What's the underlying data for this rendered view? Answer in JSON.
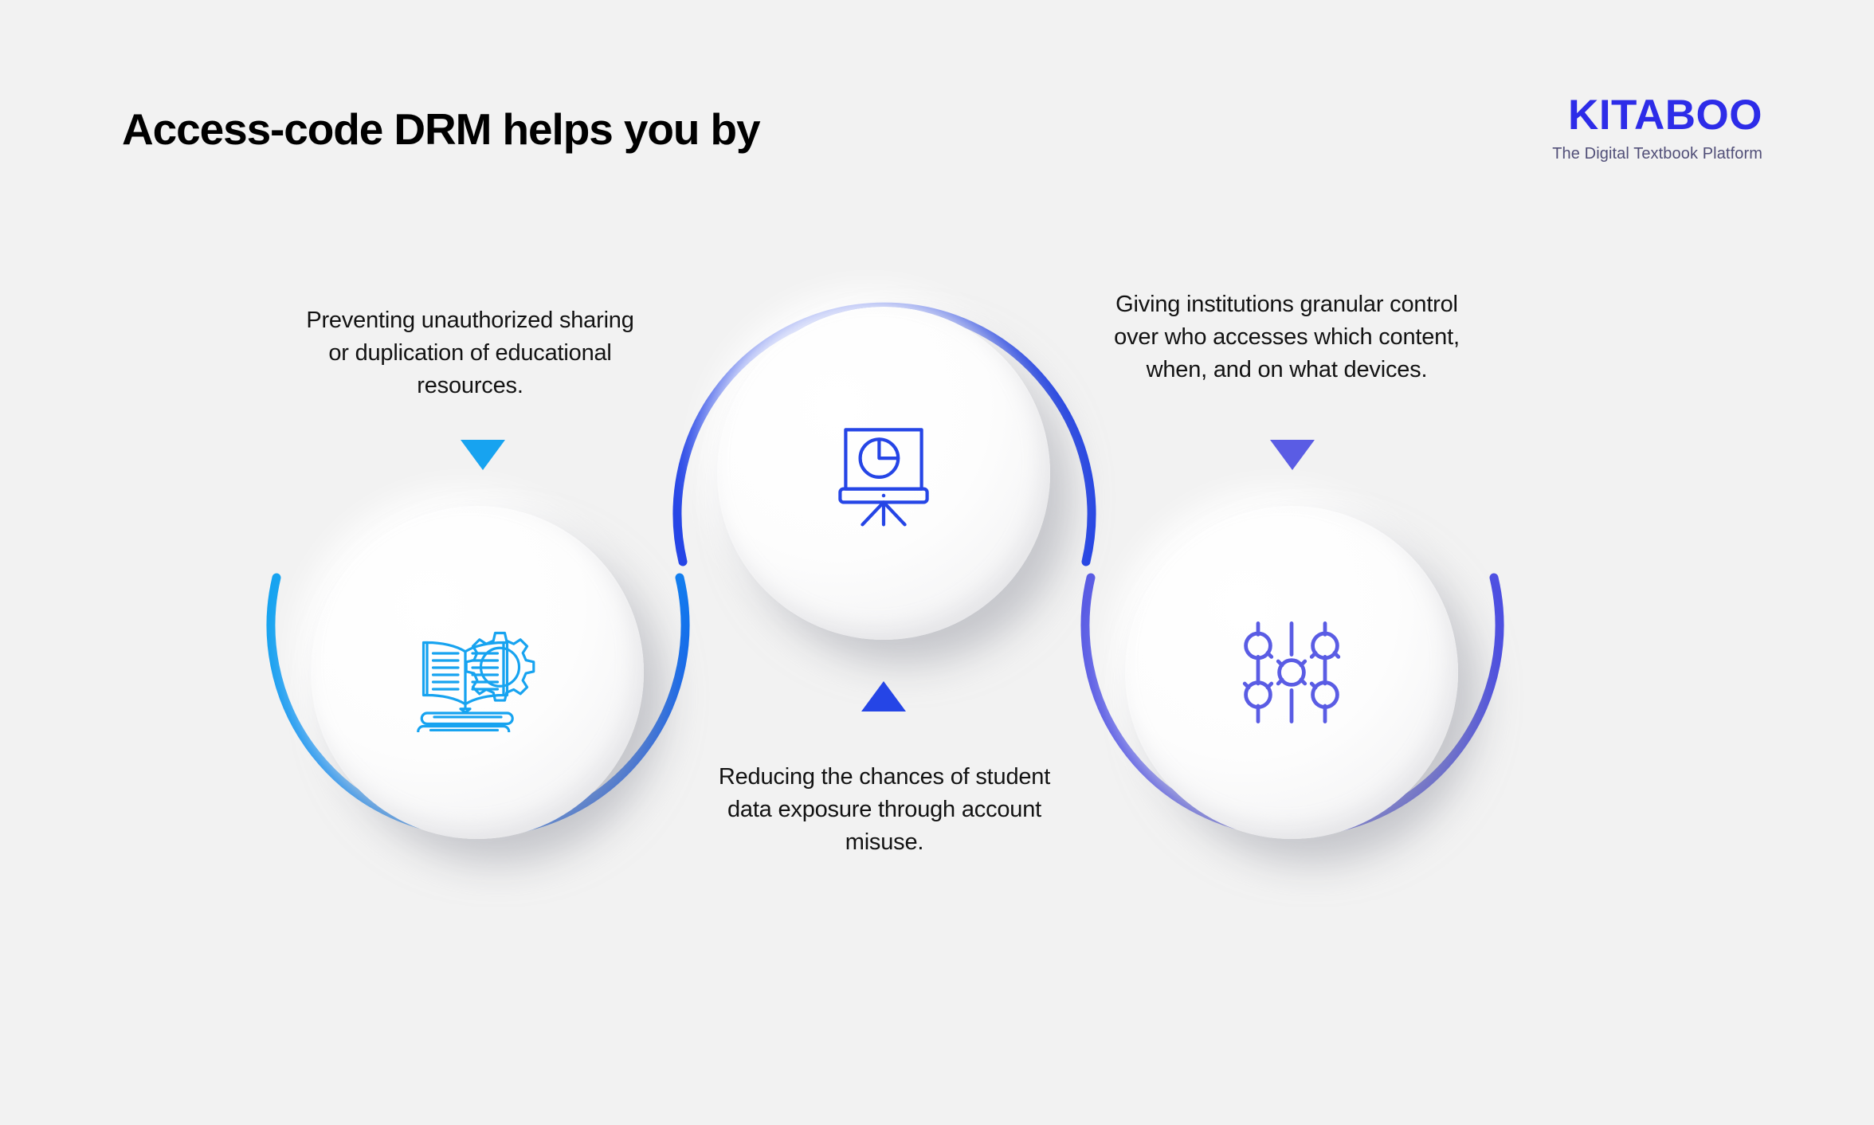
{
  "page": {
    "title": "Access-code DRM helps you by",
    "background_color": "#f2f2f2"
  },
  "brand": {
    "wordmark": "KITABOO",
    "tagline": "The Digital Textbook Platform",
    "wordmark_color": "#2d2ce8",
    "tagline_color": "#514f78"
  },
  "nodes": [
    {
      "id": "left",
      "caption": "Preventing unauthorized sharing or duplication of educational resources.",
      "icon_name": "book-gear-icon",
      "icon_color": "#17a3f0",
      "arc_color_start": "#17a3f0",
      "arc_color_end": "#1464e8",
      "arc_orientation": "open-top",
      "arrow_direction": "down",
      "arrow_color": "#17a3f0",
      "caption_position": "above"
    },
    {
      "id": "center",
      "caption": "Reducing the chances of student data exposure through account misuse.",
      "icon_name": "presentation-pie-chart-icon",
      "icon_color": "#2545e6",
      "arc_color_start": "#2545e6",
      "arc_color_end": "#2545e6",
      "arc_orientation": "open-bottom",
      "arrow_direction": "up",
      "arrow_color": "#2545e6",
      "caption_position": "below"
    },
    {
      "id": "right",
      "caption": "Giving institutions granular control over who accesses which content, when, and on what devices.",
      "icon_name": "settings-sliders-icon",
      "icon_color": "#5a5ce4",
      "arc_color_start": "#5a5ce4",
      "arc_color_end": "#4b4ee2",
      "arc_orientation": "open-top",
      "arrow_direction": "down",
      "arrow_color": "#5a5ce4",
      "caption_position": "above"
    }
  ]
}
